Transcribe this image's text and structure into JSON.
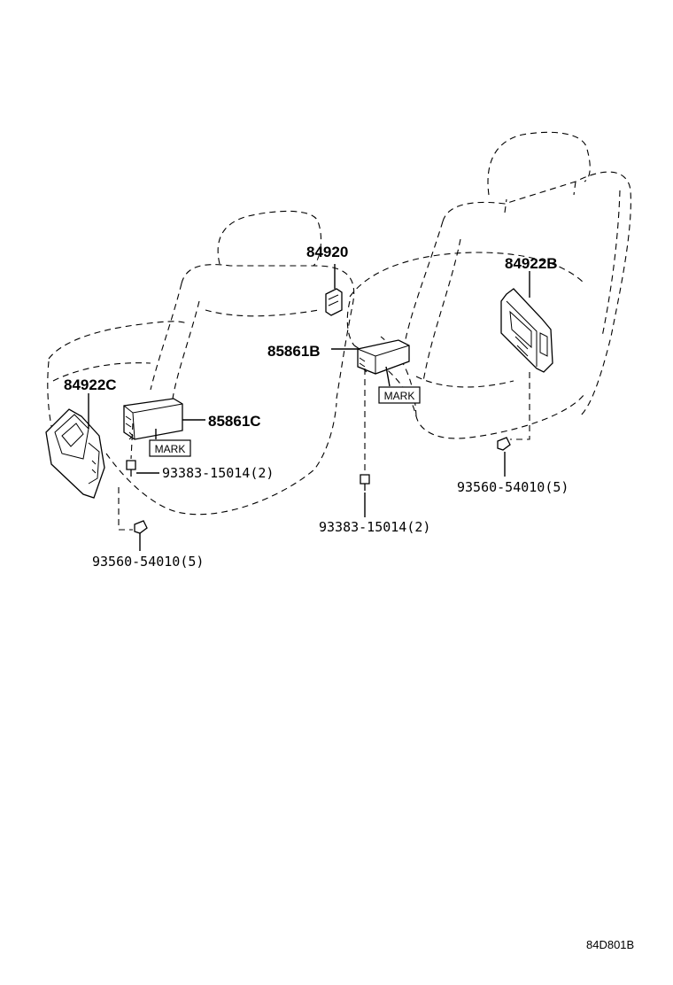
{
  "labels": {
    "part_84920": "84920",
    "part_84922B": "84922B",
    "part_84922C": "84922C",
    "part_85861B": "85861B",
    "part_85861C": "85861C",
    "bolt_left": "93383-15014(2)",
    "bolt_center": "93383-15014(2)",
    "screw_left": "93560-54010(5)",
    "screw_right": "93560-54010(5)",
    "mark_left": "MARK",
    "mark_right": "MARK"
  },
  "diagram_code": "84D801B"
}
